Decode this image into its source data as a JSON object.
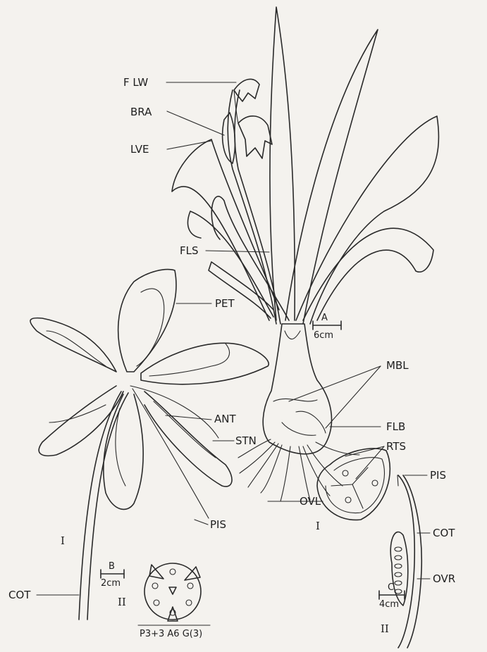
{
  "labels": {
    "flw": "F LW",
    "bra": "BRA",
    "lve": "LVE",
    "fls": "FLS",
    "pet": "PET",
    "ant": "ANT",
    "stn": "STN",
    "pis_flower": "PIS",
    "cot_flower": "COT",
    "mbl": "MBL",
    "flb": "FLB",
    "rts": "RTS",
    "ovl": "OVL",
    "pis_ovary": "PIS",
    "cot_ovary": "COT",
    "ovr": "OVR"
  },
  "scales": {
    "a_letter": "A",
    "a_value": "6cm",
    "b_letter": "B",
    "b_value": "2cm",
    "c_letter": "C",
    "c_value": "4cm"
  },
  "roman_labels": {
    "flower_i": "I",
    "diagram_ii": "II",
    "section_i": "I",
    "ovary_ii": "II"
  },
  "floral_formula": "P3+3 A6 G(3)"
}
